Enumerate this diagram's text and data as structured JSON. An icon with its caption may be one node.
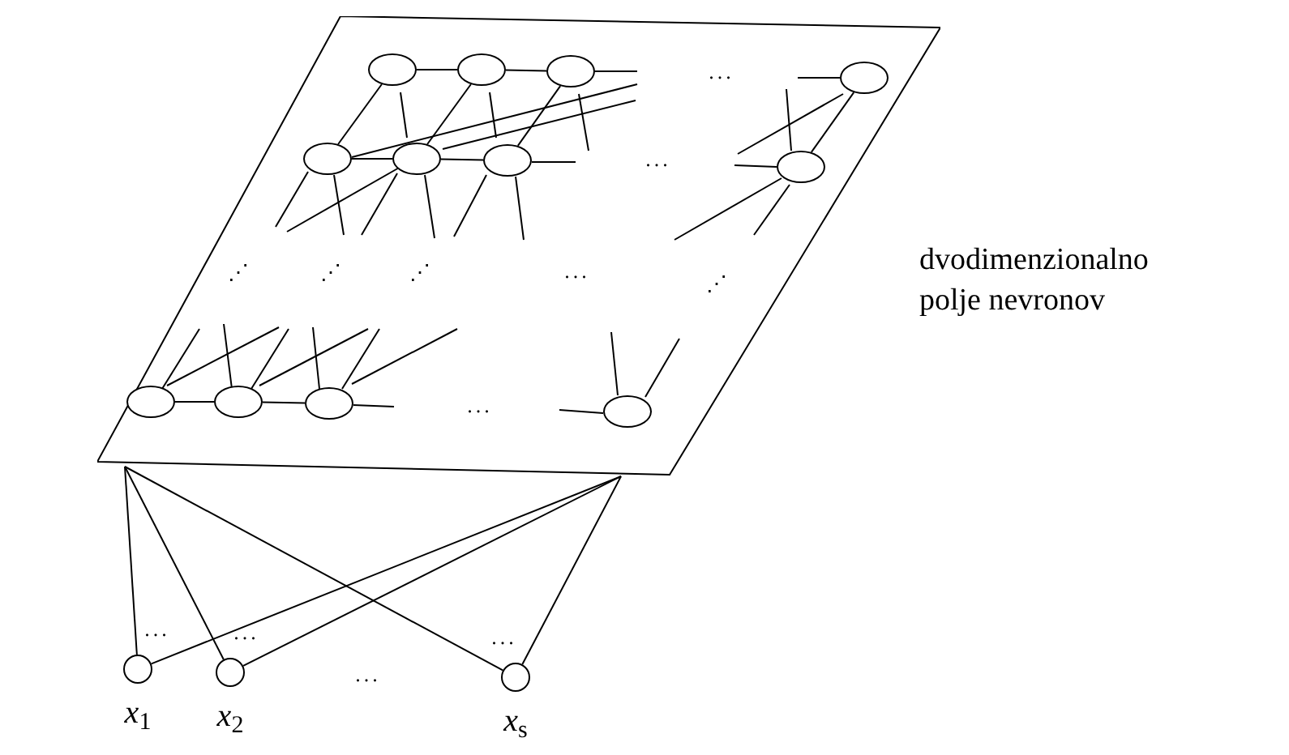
{
  "diagram": {
    "nodes": [
      {
        "text": [],
        "shape": "parallelogram",
        "beside": [
          "dvodimenzionalno polje nevronov"
        ]
      },
      {
        "text": [],
        "shape": "ellipse",
        "in": 0
      },
      {
        "text": [],
        "shape": "ellipse",
        "in": 0
      },
      {
        "text": [],
        "shape": "ellipse",
        "in": 0
      },
      {
        "text": [],
        "shape": "ellipse",
        "in": 0
      },
      {
        "text": [],
        "shape": "ellipse",
        "in": 0
      },
      {
        "text": [],
        "shape": "ellipse",
        "in": 0
      },
      {
        "text": [],
        "shape": "ellipse",
        "in": 0
      },
      {
        "text": [],
        "shape": "ellipse",
        "in": 0
      },
      {
        "text": [],
        "shape": "ellipse",
        "in": 0
      },
      {
        "text": [],
        "shape": "ellipse",
        "in": 0
      },
      {
        "text": [],
        "shape": "ellipse",
        "in": 0
      },
      {
        "text": [],
        "shape": "ellipse",
        "in": 0
      },
      {
        "text": [
          "*x*$_{1}$"
        ]
      },
      {
        "text": [
          "*x*$_{2}$"
        ]
      },
      {
        "text": [
          "*x*$_{s}$"
        ]
      }
    ],
    "edges": [
      {
        "from": 13,
        "to": 0,
        "arrow": "none"
      },
      {
        "from": 13,
        "to": 0,
        "arrow": "none"
      },
      {
        "from": 14,
        "to": 0,
        "arrow": "none"
      },
      {
        "from": 14,
        "to": 0,
        "arrow": "none"
      },
      {
        "from": 15,
        "to": 0,
        "arrow": "none"
      },
      {
        "from": 15,
        "to": 0,
        "arrow": "none"
      },
      {
        "from": 1,
        "to": 2,
        "arrow": "none"
      },
      {
        "from": 2,
        "to": 3,
        "arrow": "none"
      },
      {
        "from": 5,
        "to": 6,
        "arrow": "none"
      },
      {
        "from": 6,
        "to": 7,
        "arrow": "none"
      },
      {
        "from": 9,
        "to": 10,
        "arrow": "none"
      },
      {
        "from": 10,
        "to": 11,
        "arrow": "none"
      },
      {
        "from": 1,
        "to": 5,
        "arrow": "none"
      },
      {
        "from": 2,
        "to": 6,
        "arrow": "none"
      },
      {
        "from": 3,
        "to": 7,
        "arrow": "none"
      },
      {
        "from": 4,
        "to": 8,
        "arrow": "none"
      }
    ],
    "labels": [
      "...",
      "...",
      "⋰",
      "⋰",
      "⋰",
      "...",
      "⋰",
      "...",
      "...",
      "...",
      "...",
      "..."
    ]
  }
}
